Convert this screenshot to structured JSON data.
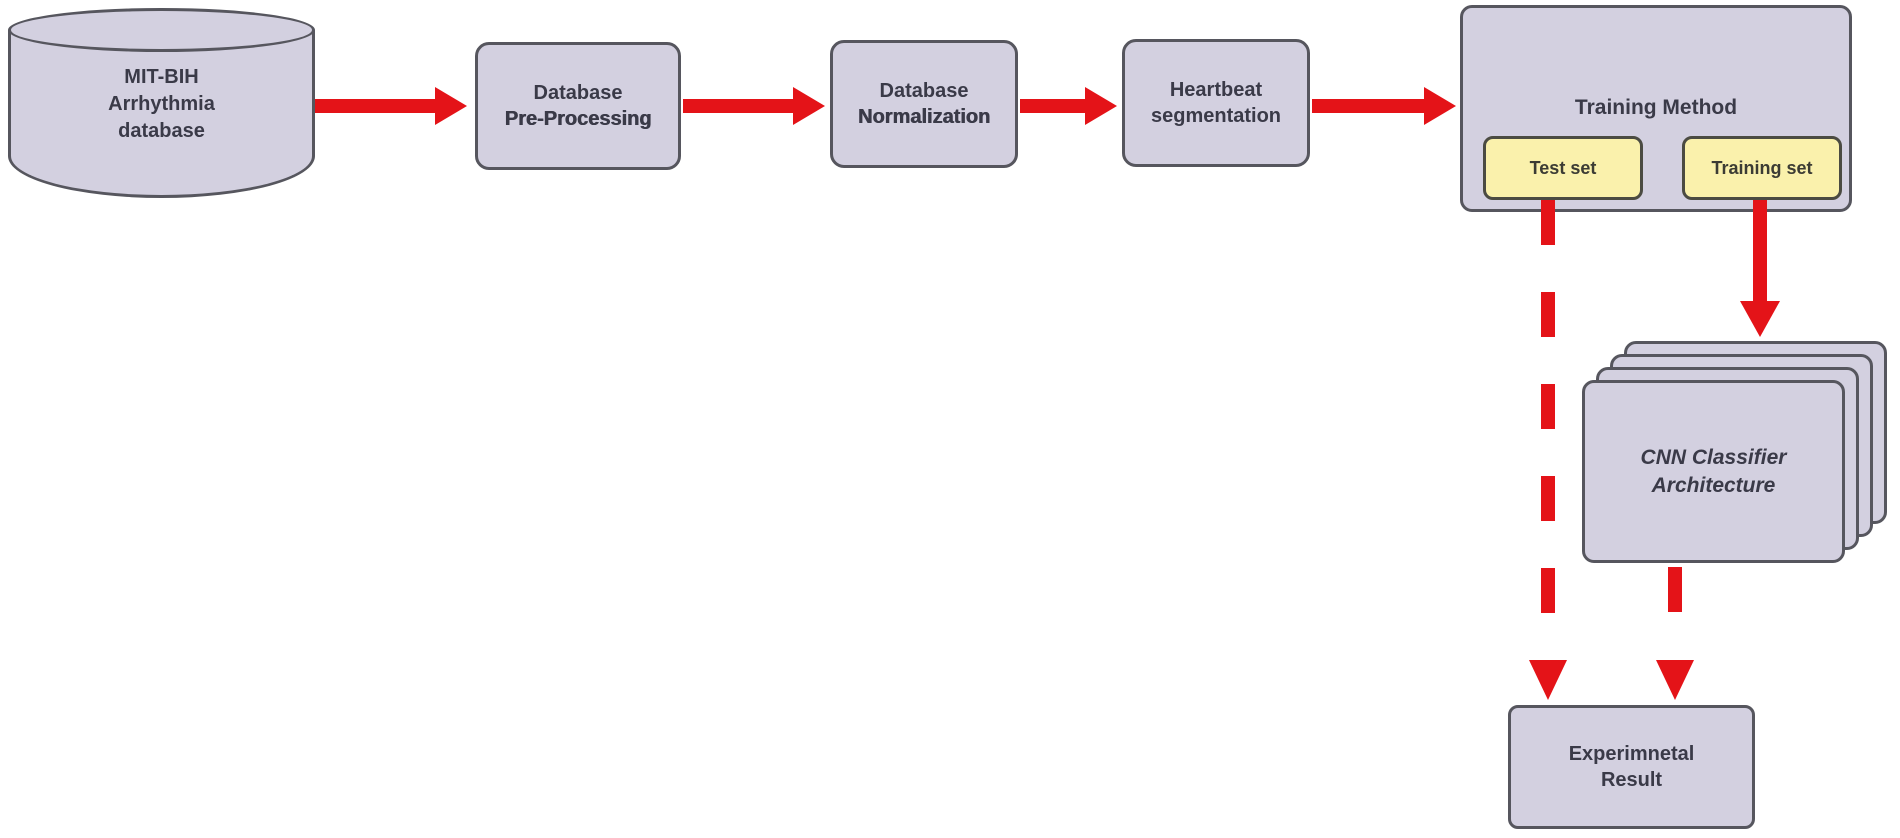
{
  "diagram": {
    "colors": {
      "node_fill": "#d3d0e0",
      "node_border": "#56565e",
      "highlight_fill": "#faf1ac",
      "highlight_border": "#4b4b42",
      "arrow_red": "#e41318",
      "text": "#3a3a48",
      "background": "#ffffff"
    },
    "nodes": {
      "database": {
        "line1": "MIT-BIH",
        "line2": "Arrhythmia",
        "line3": "database"
      },
      "preprocessing": {
        "line1": "Database",
        "line2": "Pre-Processing"
      },
      "normalization": {
        "line1": "Database",
        "line2": "Normalization"
      },
      "segmentation": {
        "line1": "Heartbeat",
        "line2": "segmentation"
      },
      "training": {
        "title": "Training Method",
        "test_set": "Test set",
        "training_set": "Training set"
      },
      "cnn": {
        "line1": "CNN Classifier",
        "line2": "Architecture"
      },
      "result": {
        "line1": "Experimnetal",
        "line2": "Result"
      }
    }
  }
}
